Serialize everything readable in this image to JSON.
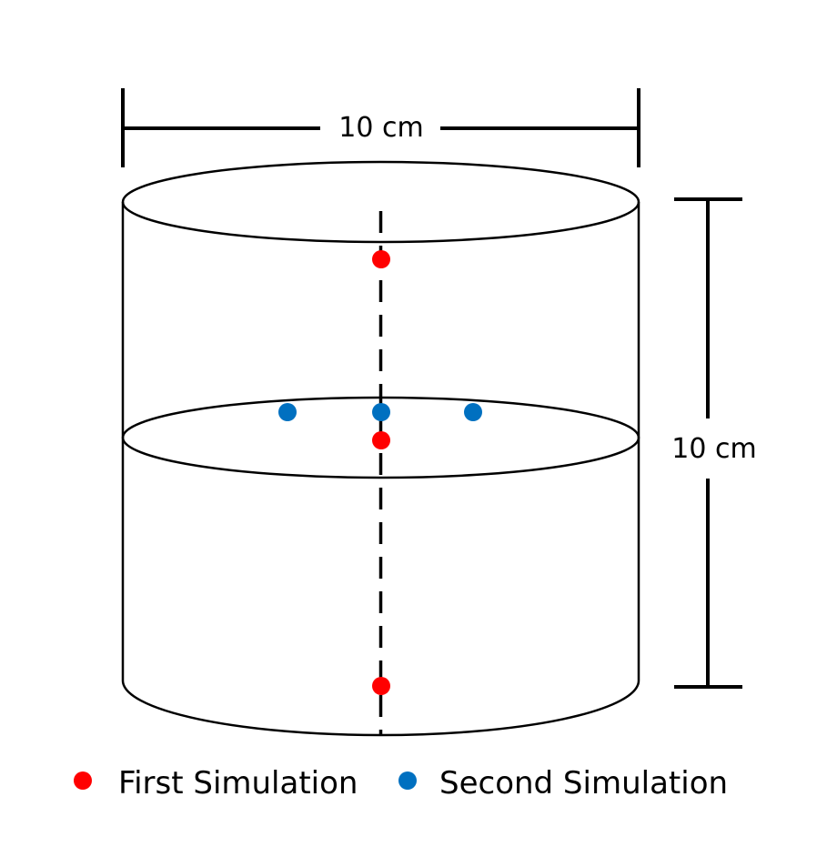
{
  "dimensions": {
    "width_label": "10 cm",
    "height_label": "10 cm"
  },
  "legend": {
    "items": [
      {
        "label": "First Simulation",
        "color": "#ff0000"
      },
      {
        "label": "Second Simulation",
        "color": "#0070c0"
      }
    ]
  },
  "colors": {
    "outline": "#000000",
    "first_simulation": "#ff0000",
    "second_simulation": "#0070c0"
  }
}
